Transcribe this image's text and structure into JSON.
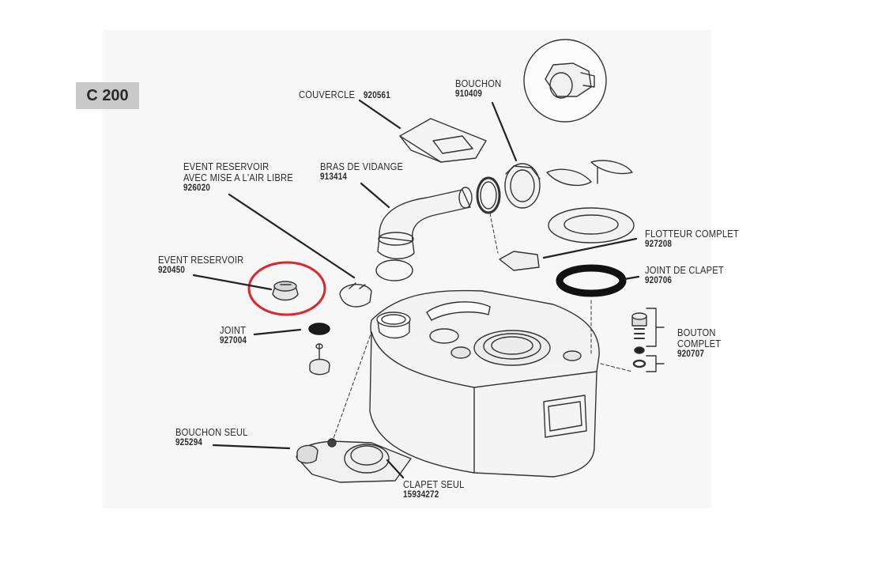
{
  "model": "C 200",
  "labels": {
    "couvercle": {
      "name": "COUVERCLE",
      "ref": "920561"
    },
    "bouchon": {
      "name": "BOUCHON",
      "ref": "910409"
    },
    "event_air_libre": {
      "name_line1": "EVENT RESERVOIR",
      "name_line2": "AVEC MISE A L'AIR LIBRE",
      "ref": "926020"
    },
    "bras_vidange": {
      "name": "BRAS DE VIDANGE",
      "ref": "913414"
    },
    "event_reservoir": {
      "name": "EVENT RESERVOIR",
      "ref": "920450"
    },
    "flotteur": {
      "name": "FLOTTEUR COMPLET",
      "ref": "927208"
    },
    "joint_clapet": {
      "name": "JOINT DE CLAPET",
      "ref": "920706"
    },
    "joint": {
      "name": "JOINT",
      "ref": "927004"
    },
    "bouton": {
      "name_line1": "BOUTON",
      "name_line2": "COMPLET",
      "ref": "920707"
    },
    "bouchon_seul": {
      "name": "BOUCHON SEUL",
      "ref": "925294"
    },
    "clapet_seul": {
      "name": "CLAPET SEUL",
      "ref": "15934272"
    }
  },
  "highlight_color": "#e0242b"
}
